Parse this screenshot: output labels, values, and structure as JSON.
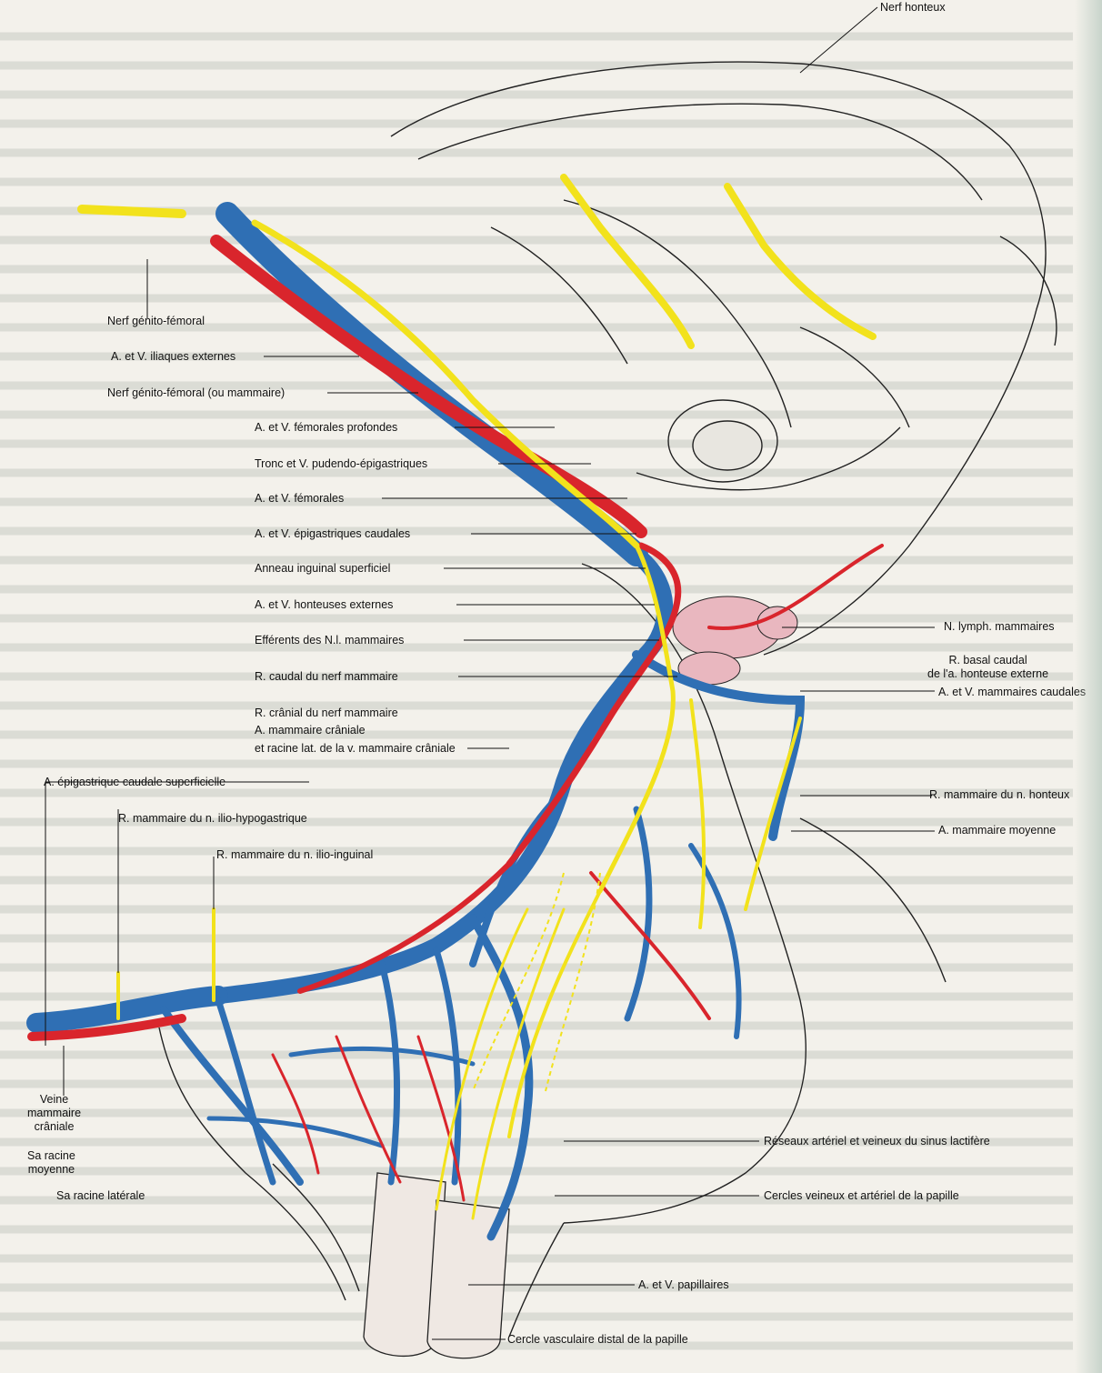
{
  "colors": {
    "vein": "#2f6fb4",
    "artery": "#d9252c",
    "nerve": "#f2e21c",
    "outline": "#222222",
    "background": "#f3f1eb",
    "gland": "#e9b7bf"
  },
  "labels": {
    "nerf_honteux": "Nerf honteux",
    "nerf_genito_femoral": "Nerf génito-fémoral",
    "iliaques_externes": "A. et V. iliaques externes",
    "genito_femoral_mammaire": "Nerf génito-fémoral (ou mammaire)",
    "femorales_profondes": "A. et V. fémorales profondes",
    "pudendo_epigastriques": "Tronc et V. pudendo-épigastriques",
    "femorales": "A. et V. fémorales",
    "epigastriques_caudales": "A. et V. épigastriques caudales",
    "anneau_inguinal": "Anneau inguinal superficiel",
    "honteuses_externes": "A. et V. honteuses externes",
    "efferents": "Efférents des N.l. mammaires",
    "r_caudal": "R. caudal du nerf mammaire",
    "r_cranial": "R. crânial du nerf mammaire",
    "a_mammaire_craniale": "A. mammaire crâniale",
    "racine_laterale_v": "et racine lat. de la v. mammaire crâniale",
    "epigastrique_superficielle": "A. épigastrique caudale superficielle",
    "ilio_hypogastrique": "R. mammaire du n. ilio-hypogastrique",
    "ilio_inguinal": "R. mammaire du n. ilio-inguinal",
    "veine_mammaire_craniale": "Veine\nmammaire\ncrâniale",
    "racine_moyenne": "Sa racine\nmoyenne",
    "racine_laterale": "Sa racine latérale",
    "n_lymph": "N. lymph. mammaires",
    "r_basal_caudal": "R. basal caudal\nde l'a. honteuse externe",
    "mammaires_caudales": "A. et V. mammaires caudales",
    "r_mammaire_honteux": "R. mammaire du n. honteux",
    "a_mammaire_moyenne": "A. mammaire moyenne",
    "reseaux_sinus": "Réseaux artériel et veineux du sinus lactifère",
    "cercles_papille": "Cercles veineux et artériel de la papille",
    "papillaires": "A. et V. papillaires",
    "cercle_distal": "Cercle vasculaire distal de la papille"
  }
}
